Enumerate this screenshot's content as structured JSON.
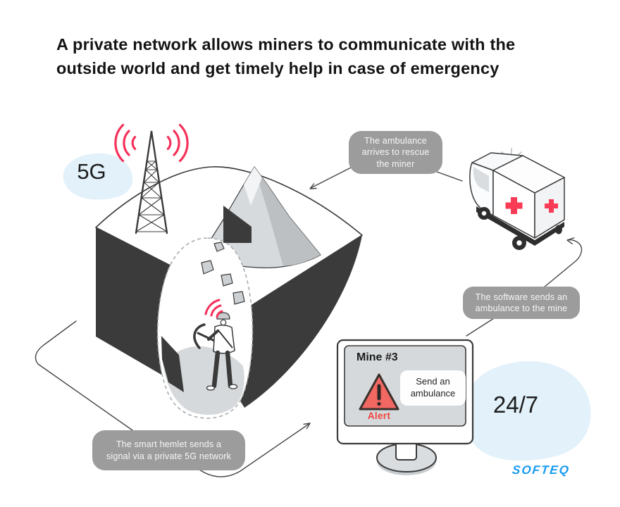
{
  "title": "A private network allows miners to communicate with the\noutside world and get timely help in case of emergency",
  "badges": {
    "network": "5G",
    "availability": "24/7"
  },
  "callouts": {
    "ambulance_arrives": "The ambulance\narrives to rescue\nthe miner",
    "software_sends": "The software sends an\nambulance to the mine",
    "helmet_signal": "The smart hemlet sends a\nsignal via a private 5G network"
  },
  "monitor_app": {
    "title": "Mine #3",
    "alert_label": "Alert",
    "button_label": "Send an\nambulance"
  },
  "logo": "SOFTEQ",
  "icons": {
    "cell_tower": "lattice-radio-tower",
    "tower_signal": "red-radio-arcs",
    "helmet_signal": "red-wifi-arcs",
    "warning": "triangle-exclamation",
    "ambulance": "isometric-van-with-red-crosses",
    "mine": "isometric-mine-cutaway-with-miner",
    "monitor": "desktop-monitor"
  },
  "colors": {
    "accent_red": "#f5305a",
    "cross_red": "#f93b55",
    "alert_text": "#f0413d",
    "warning_fill": "#f16762",
    "callout_bg": "#9c9c9c",
    "blob_blue": "#e2f1fa",
    "logo_blue": "#189bf2",
    "illustration_dark": "#3b3b3b",
    "screen_gray": "#d6d9db"
  }
}
